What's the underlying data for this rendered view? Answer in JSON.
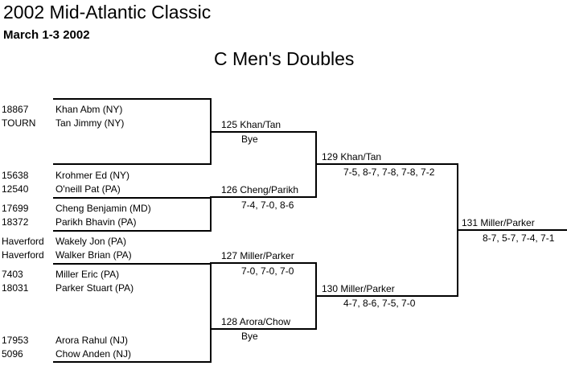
{
  "header": {
    "title": "2002 Mid-Atlantic Classic",
    "dates": "March 1-3 2002",
    "event": "C Men's Doubles"
  },
  "round1": [
    {
      "p1_id": "18867",
      "p1": "Khan Abm (NY)",
      "p2_id": "TOURN",
      "p2": "Tan Jimmy (NY)"
    },
    {
      "p1_id": "15638",
      "p1": "Krohmer Ed (NY)",
      "p2_id": "12540",
      "p2": "O'neill Pat (PA)"
    },
    {
      "p1_id": "17699",
      "p1": "Cheng Benjamin (MD)",
      "p2_id": "18372",
      "p2": "Parikh Bhavin (PA)"
    },
    {
      "p1_id": "Haverford",
      "p1": "Wakely Jon (PA)",
      "p2_id": "Haverford",
      "p2": "Walker Brian (PA)"
    },
    {
      "p1_id": "7403",
      "p1": "Miller Eric (PA)",
      "p2_id": "18031",
      "p2": "Parker Stuart (PA)"
    },
    {
      "p1_id": "17953",
      "p1": "Arora Rahul (NJ)",
      "p2_id": "5096",
      "p2": "Chow Anden (NJ)"
    }
  ],
  "round2": [
    {
      "label": "125 Khan/Tan",
      "score": "Bye"
    },
    {
      "label": "126 Cheng/Parikh",
      "score": "7-4, 7-0, 8-6"
    },
    {
      "label": "127 Miller/Parker",
      "score": "7-0, 7-0, 7-0"
    },
    {
      "label": "128 Arora/Chow",
      "score": "Bye"
    }
  ],
  "round3": [
    {
      "label": "129 Khan/Tan",
      "score": "7-5, 8-7, 7-8, 7-8, 7-2"
    },
    {
      "label": "130 Miller/Parker",
      "score": "4-7, 8-6, 7-5, 7-0"
    }
  ],
  "final": {
    "label": "131 Miller/Parker",
    "score": "8-7, 5-7, 7-4, 7-1"
  }
}
